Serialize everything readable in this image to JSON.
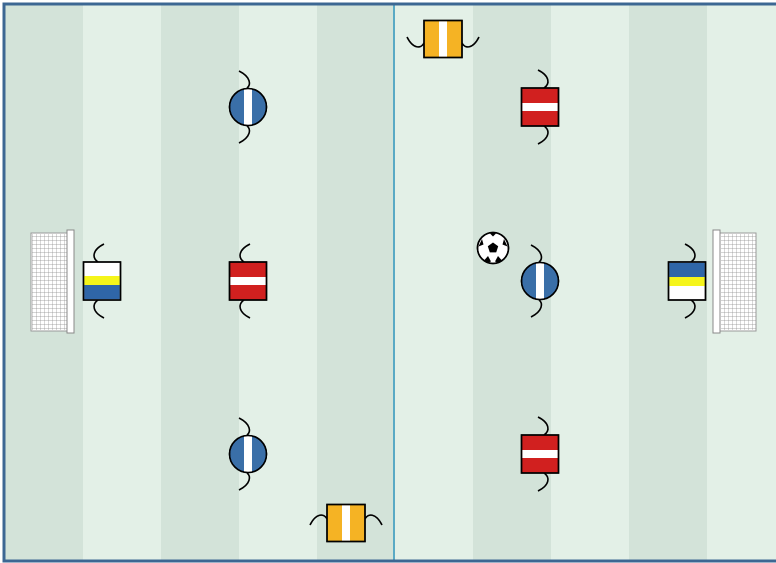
{
  "pitch": {
    "stripe_light": "#e3f0e7",
    "stripe_dark": "#d3e3d9",
    "border_color": "#3c6793",
    "halfway_line_color": "#5aaac5"
  },
  "goals": [
    {
      "name": "goal-left",
      "side": "left"
    },
    {
      "name": "goal-right",
      "side": "right"
    }
  ],
  "players": [
    {
      "name": "player-blue-left-top",
      "shape": "circle",
      "color": "#3a6fa8",
      "facing": "right"
    },
    {
      "name": "player-blue-left-bottom",
      "shape": "circle",
      "color": "#3a6fa8",
      "facing": "right"
    },
    {
      "name": "player-blue-center",
      "shape": "circle",
      "color": "#3a6fa8",
      "facing": "right"
    },
    {
      "name": "player-red-left-center",
      "shape": "square",
      "color": "#d1201f",
      "facing": "right"
    },
    {
      "name": "player-red-right-top",
      "shape": "square",
      "color": "#d1201f",
      "facing": "left"
    },
    {
      "name": "player-red-right-bottom",
      "shape": "square",
      "color": "#d1201f",
      "facing": "left"
    },
    {
      "name": "goalkeeper-left",
      "shape": "square",
      "color": "#2f66a8",
      "accent": "#f5f51a",
      "facing": "right"
    },
    {
      "name": "goalkeeper-right",
      "shape": "square",
      "color": "#2f66a8",
      "accent": "#f5f51a",
      "facing": "left"
    },
    {
      "name": "player-orange-top",
      "shape": "square",
      "color": "#f5b324",
      "facing": "down"
    },
    {
      "name": "player-orange-bottom",
      "shape": "square",
      "color": "#f5b324",
      "facing": "up"
    }
  ],
  "ball": {
    "name": "soccer-ball"
  }
}
